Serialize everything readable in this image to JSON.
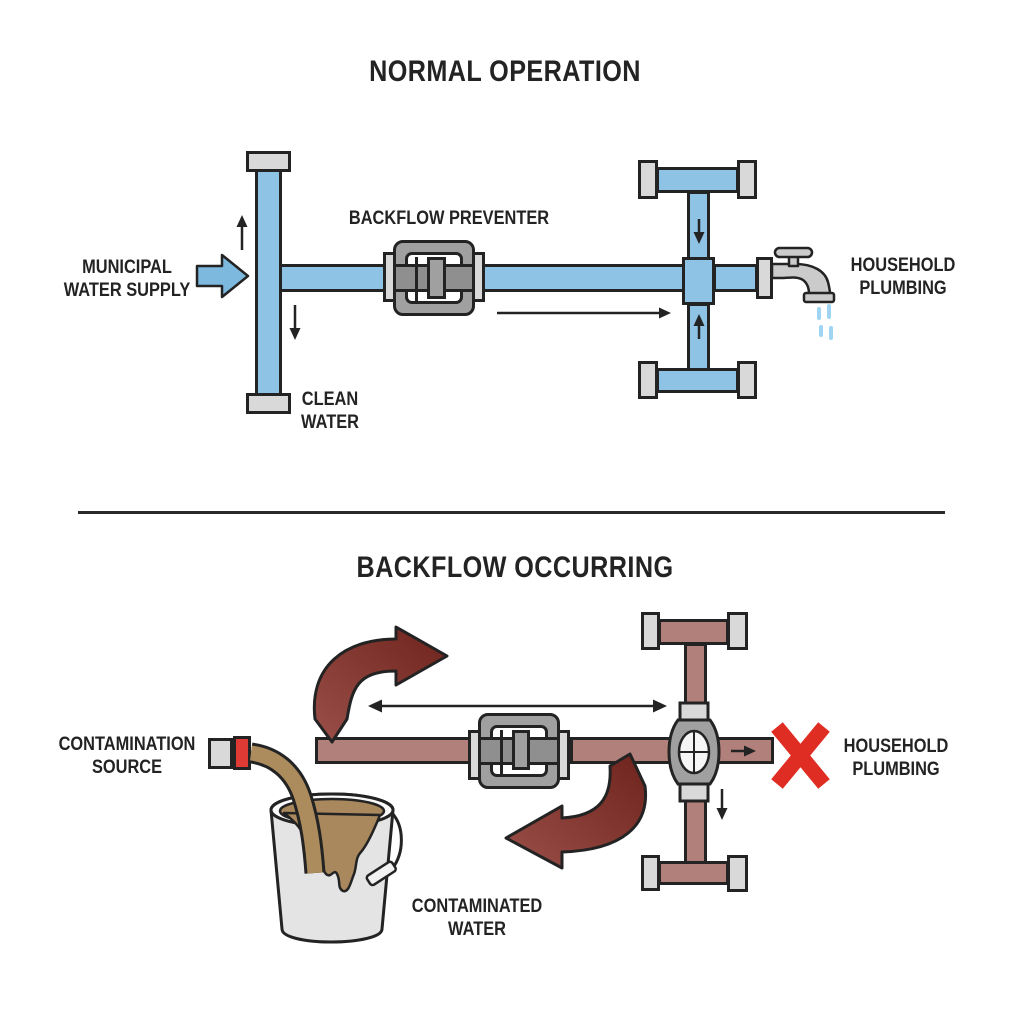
{
  "top_panel": {
    "title": "NORMAL OPERATION",
    "municipal_label": "MUNICIPAL\nWATER SUPPLY",
    "preventer_label": "BACKFLOW PREVENTER",
    "clean_water_label": "CLEAN\nWATER",
    "household_label": "HOUSEHOLD\nPLUMBING"
  },
  "bottom_panel": {
    "title": "BACKFLOW OCCURRING",
    "contamination_label": "CONTAMINATION\nSOURCE",
    "contaminated_label": "CONTAMINATED\nWATER",
    "household_label": "HOUSEHOLD\nPLUMBING"
  },
  "colors": {
    "clean-pipe": "#8fc3e6",
    "supply-arrow": "#7db9de",
    "dirty-pipe": "#b2807a",
    "backflow-arrow-dark": "#6e241c",
    "backflow-arrow-light": "#9a5048",
    "alert-red": "#e02d23",
    "hose-band-red": "#e03a34",
    "hose-tan": "#ac8c5c",
    "liquid-brown": "#a8885c",
    "metal-light": "#d9d9d9",
    "device-gray": "#a0a0a0",
    "device-band": "#8f8f8f",
    "faucet-gray": "#cbcbcb",
    "bucket-gray": "#e4e4e4",
    "drip-blue": "#9fd4f2",
    "ink": "#232323"
  }
}
